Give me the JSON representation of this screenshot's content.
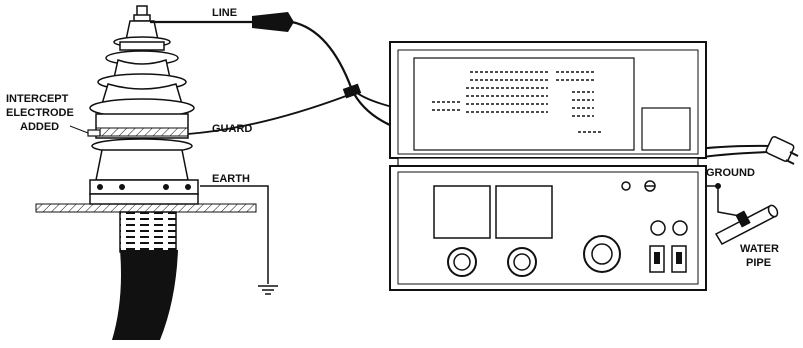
{
  "labels": {
    "line": "LINE",
    "guard": "GUARD",
    "earth": "EARTH",
    "ground": "GROUND",
    "intercept_1": "INTERCEPT",
    "intercept_2": "ELECTRODE",
    "intercept_3": "ADDED",
    "water_1": "WATER",
    "water_2": "PIPE"
  },
  "colors": {
    "ink": "#111111",
    "paper": "#ffffff"
  }
}
